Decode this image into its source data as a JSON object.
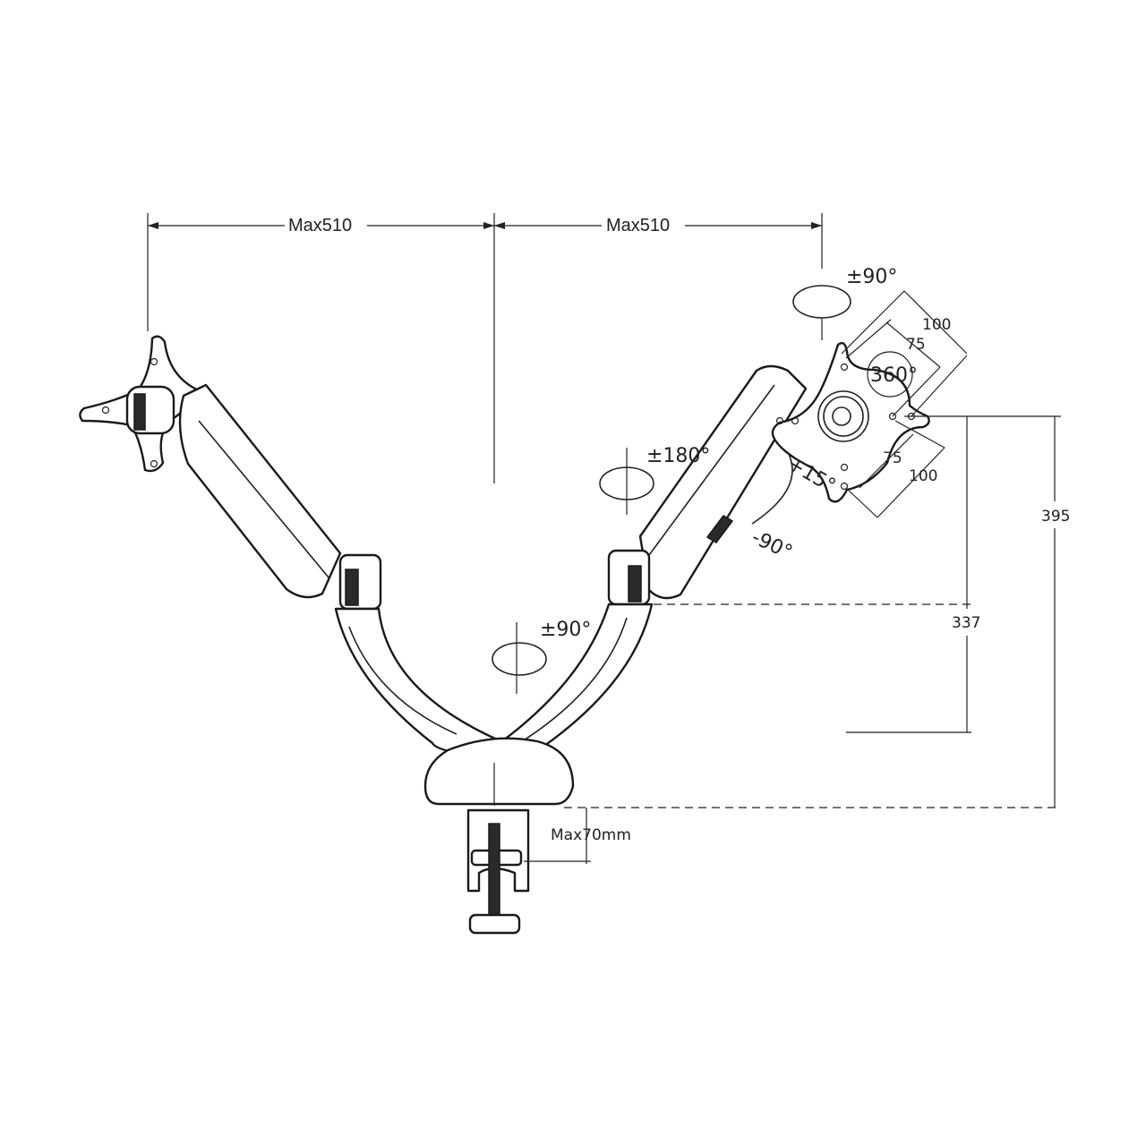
{
  "diagram": {
    "reach_left": "Max510",
    "reach_right": "Max510",
    "tilt_top": "±90°",
    "vesa_outer_top": "100",
    "vesa_inner_top": "75",
    "rotation": "360°",
    "vesa_inner_bottom": "75",
    "vesa_outer_bottom": "100",
    "swivel_arm": "±180°",
    "tilt_up": "+15°",
    "tilt_down": "-90°",
    "swivel_base": "±90°",
    "height_max": "395",
    "height_min": "337",
    "clamp_thickness": "Max70mm"
  }
}
